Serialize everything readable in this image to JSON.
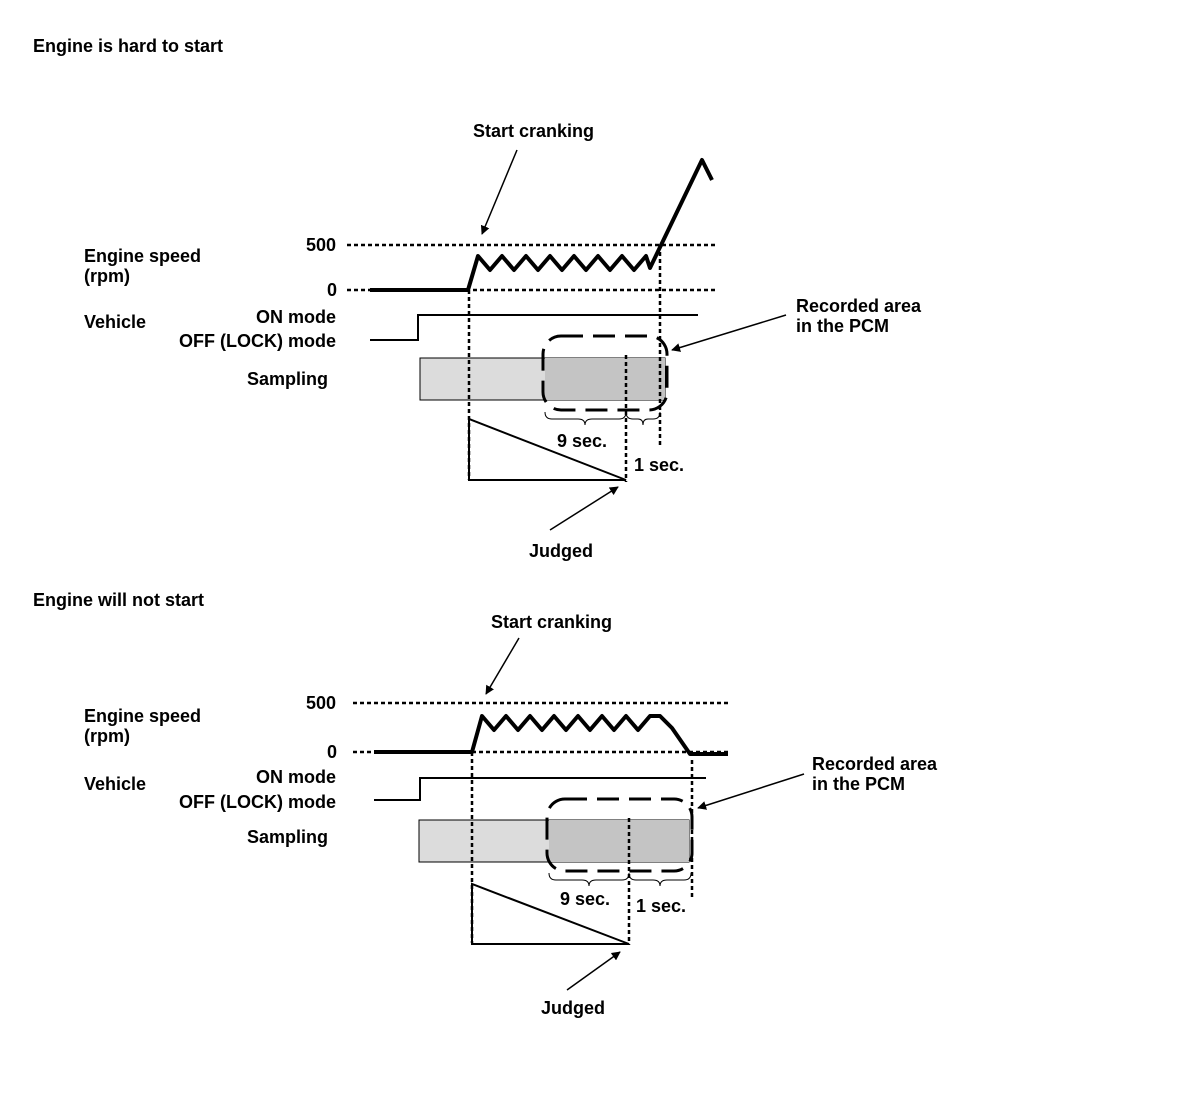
{
  "colors": {
    "line": "#000000",
    "sampling_fill": "#dcdcdc",
    "recorded_fill": "#c4c4c4",
    "background": "#ffffff"
  },
  "panels": [
    {
      "title": "Engine is hard to start",
      "start_cranking": "Start cranking",
      "speed_label_1": "Engine speed",
      "speed_label_2": "(rpm)",
      "tick_500": "500",
      "tick_0": "0",
      "vehicle_label": "Vehicle",
      "on_mode": "ON mode",
      "off_mode": "OFF (LOCK) mode",
      "sampling_label": "Sampling",
      "recorded_1": "Recorded area",
      "recorded_2": "in the PCM",
      "nine_sec": "9 sec.",
      "one_sec": "1 sec.",
      "judged": "Judged"
    },
    {
      "title": "Engine will not start",
      "start_cranking": "Start cranking",
      "speed_label_1": "Engine speed",
      "speed_label_2": "(rpm)",
      "tick_500": "500",
      "tick_0": "0",
      "vehicle_label": "Vehicle",
      "on_mode": "ON mode",
      "off_mode": "OFF (LOCK) mode",
      "sampling_label": "Sampling",
      "recorded_1": "Recorded area",
      "recorded_2": "in the PCM",
      "nine_sec": "9 sec.",
      "one_sec": "1 sec.",
      "judged": "Judged"
    }
  ]
}
